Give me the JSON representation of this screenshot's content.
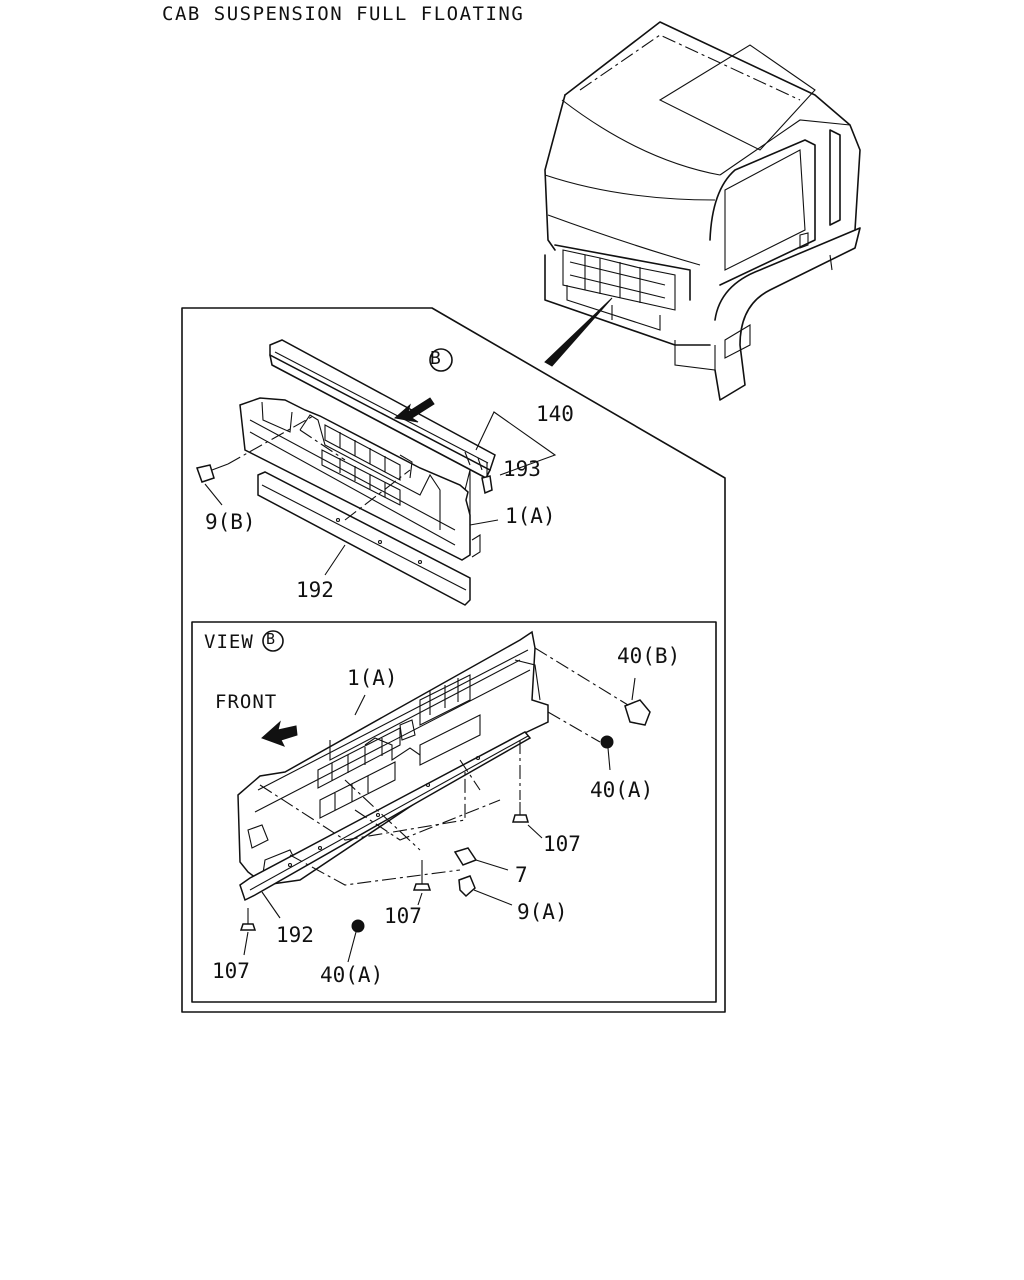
{
  "title": "CAB SUSPENSION FULL FLOATING",
  "view_marker": "B",
  "view_label": "VIEW",
  "front_label": "FRONT",
  "upper_labels": {
    "p140": "140",
    "p193": "193",
    "p1a": "1(A)",
    "p9b": "9(B)",
    "p192": "192"
  },
  "view_labels": {
    "p1a": "1(A)",
    "p40b": "40(B)",
    "p40a_right": "40(A)",
    "p107_right": "107",
    "p7": "7",
    "p9a": "9(A)",
    "p107_mid": "107",
    "p192": "192",
    "p107_left": "107",
    "p40a_bottom": "40(A)"
  }
}
